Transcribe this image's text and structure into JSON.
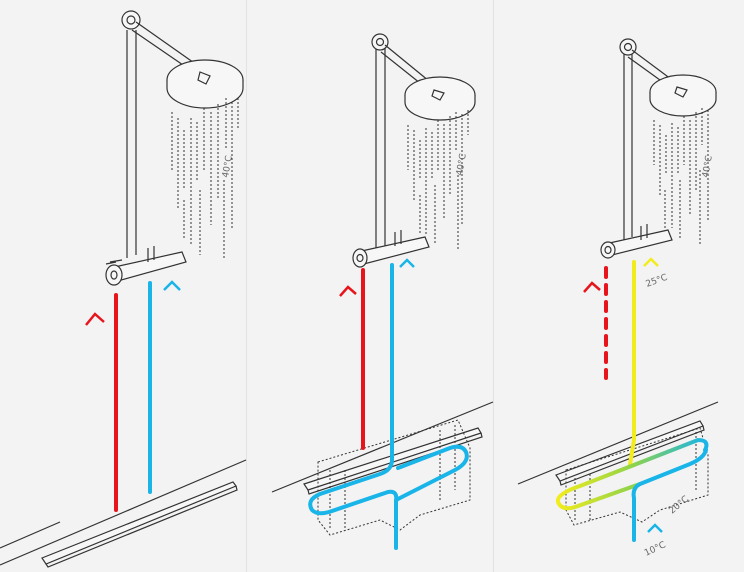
{
  "panels": [
    {
      "shower_temp": "40°C"
    },
    {
      "shower_temp": "40°C"
    },
    {
      "shower_temp": "40°C",
      "mixed_temp": "25°C",
      "drain_temp": "20°C",
      "cold_temp": "10°C"
    }
  ],
  "colors": {
    "hot": "#e8141c",
    "cold": "#19b4e8",
    "mixed": "#f2ec1c",
    "mid": "#8fd34a",
    "line": "#333333",
    "background": "#f3f3f3"
  }
}
